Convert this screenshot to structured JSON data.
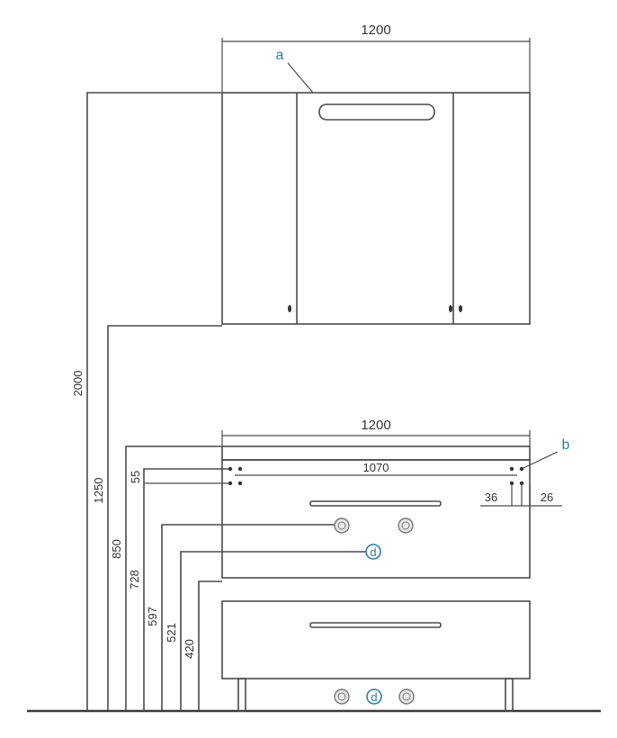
{
  "upper_cabinet": {
    "width_label": "1200",
    "callout": "a"
  },
  "lower_unit": {
    "width_label": "1200",
    "inner_width_label": "1070",
    "callout_b": "b",
    "callout_d_top": "d",
    "callout_d_bottom": "d",
    "detail_left": "36",
    "detail_right": "26",
    "offset_label": "55"
  },
  "heights": [
    {
      "label": "2000"
    },
    {
      "label": "1250"
    },
    {
      "label": "850"
    },
    {
      "label": "728"
    },
    {
      "label": "597"
    },
    {
      "label": "521"
    },
    {
      "label": "420"
    }
  ]
}
